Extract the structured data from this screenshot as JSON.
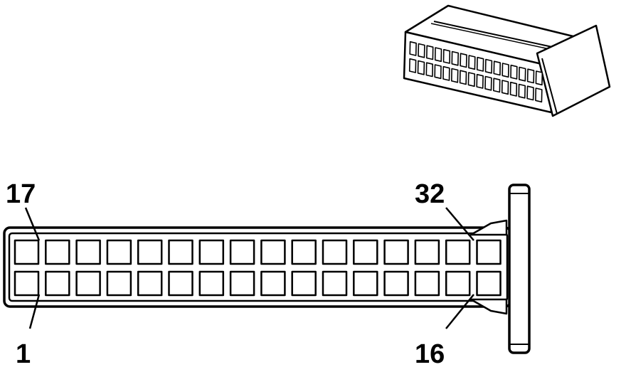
{
  "pin_labels": {
    "top_left": "17",
    "top_right": "32",
    "bottom_left": "1",
    "bottom_right": "16"
  },
  "connector": {
    "rows": 2,
    "cavities_per_row": 16,
    "line_color": "#000000",
    "fill_color": "#ffffff"
  }
}
